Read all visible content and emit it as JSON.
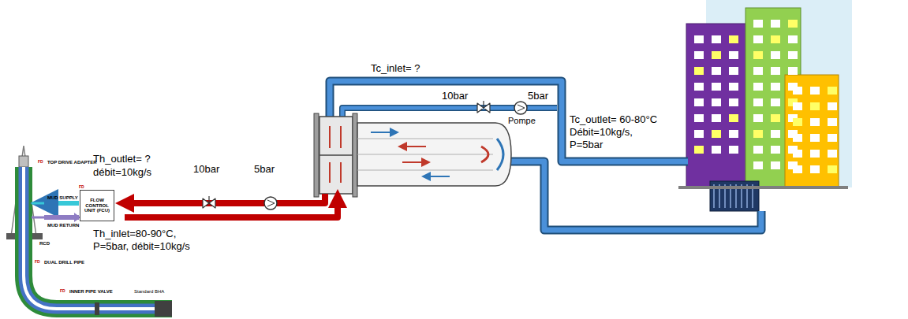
{
  "diagram": {
    "nodes": [
      {
        "text": [
          "FLOW CONTROL UNIT (FCU)"
        ]
      },
      {
        "text": [
          "Pompe"
        ]
      }
    ],
    "labels": [
      "Tc_inlet= ?",
      "Th_outlet= ?",
      "débit=10kg/s",
      "10bar",
      "5bar",
      "10bar",
      "5bar",
      "Tc_outlet= 60-80°C",
      "Débit=10kg/s,",
      "P=5bar",
      "TOP DRIVE ADAPTER",
      "MUD SUPPLY",
      "MUD RETURN",
      "RCD",
      "Th_inlet=80-90°C,",
      "P=5bar, débit=10kg/s",
      "DUAL DRILL PIPE",
      "INNER PIPE VALVE",
      "Standard BHA",
      "FD",
      "FD",
      "FD",
      "FD"
    ]
  }
}
